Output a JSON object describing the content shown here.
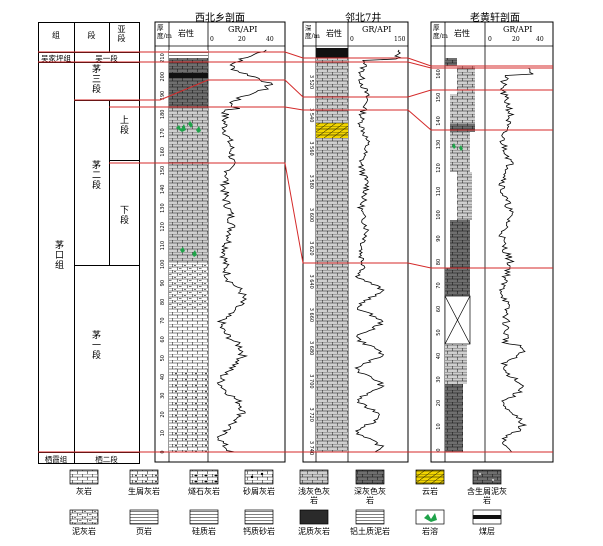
{
  "strat_table": {
    "headers": {
      "group": "组",
      "formation": "段",
      "member": "亚段"
    },
    "rows": {
      "wujiaping": {
        "group": "吴家坪组",
        "formation": "吴一段"
      },
      "mao3": "茅三段",
      "mao2": "茅二段",
      "mao2_upper": "上段",
      "mao2_lower": "下段",
      "maokou": "茅口组",
      "mao1": "茅一段",
      "qixia": {
        "group": "栖霞组",
        "formation": "栖二段"
      }
    }
  },
  "sections": [
    {
      "title": "西北乡剖面",
      "depth_header": "厚度/m",
      "lith_header": "岩性",
      "gr_header": "GR/API",
      "gr_ticks": [
        "0",
        "20",
        "40"
      ],
      "depth_ticks": [
        "0",
        "10",
        "20",
        "30",
        "40",
        "50",
        "60",
        "70",
        "80",
        "90",
        "100",
        "110",
        "120",
        "130",
        "140",
        "150",
        "160",
        "170",
        "180",
        "190",
        "200",
        "210"
      ]
    },
    {
      "title": "邻北7井",
      "depth_header": "深度/m",
      "lith_header": "岩性",
      "gr_header": "GR/API",
      "gr_ticks": [
        "0",
        "150"
      ],
      "depth_ticks": [
        "3 520",
        "3 540",
        "3 560",
        "3 580",
        "3 600",
        "3 620",
        "3 640",
        "3 660",
        "3 680",
        "3 700",
        "3 720",
        "3 740"
      ]
    },
    {
      "title": "老黄轩剖面",
      "depth_header": "厚度/m",
      "lith_header": "岩性",
      "gr_header": "GR/API",
      "gr_ticks": [
        "0",
        "20",
        "40"
      ],
      "depth_ticks": [
        "160",
        "150",
        "140",
        "130",
        "120",
        "110",
        "100",
        "90",
        "80",
        "70",
        "60",
        "50",
        "40",
        "30",
        "20",
        "10",
        "0"
      ]
    }
  ],
  "legend": [
    {
      "key": "limestone",
      "label": "灰岩"
    },
    {
      "key": "bioclastic",
      "label": "生屑灰岩"
    },
    {
      "key": "chert",
      "label": "燧石灰岩"
    },
    {
      "key": "sandy",
      "label": "砂屑灰岩"
    },
    {
      "key": "lightgray",
      "label": "浅灰色灰岩"
    },
    {
      "key": "darkgray",
      "label": "深灰色灰岩"
    },
    {
      "key": "dolomite",
      "label": "云岩"
    },
    {
      "key": "bio_marl",
      "label": "含生屑泥灰岩"
    },
    {
      "key": "marl",
      "label": "泥灰岩"
    },
    {
      "key": "shale",
      "label": "页岩"
    },
    {
      "key": "siliceous",
      "label": "硅质岩"
    },
    {
      "key": "ca_sandstone",
      "label": "钙质砂岩"
    },
    {
      "key": "muddy_ls",
      "label": "泥质灰岩"
    },
    {
      "key": "bauxitic",
      "label": "铝土质泥岩"
    },
    {
      "key": "karst",
      "label": "岩溶"
    },
    {
      "key": "coal",
      "label": "煤层"
    }
  ],
  "colors": {
    "correlation_line": "#d42a2a",
    "karst": "#1fa34a",
    "dolomite": "#f0d400",
    "light_gray": "#c8c8c8",
    "dark_gray": "#6a6a6a"
  }
}
